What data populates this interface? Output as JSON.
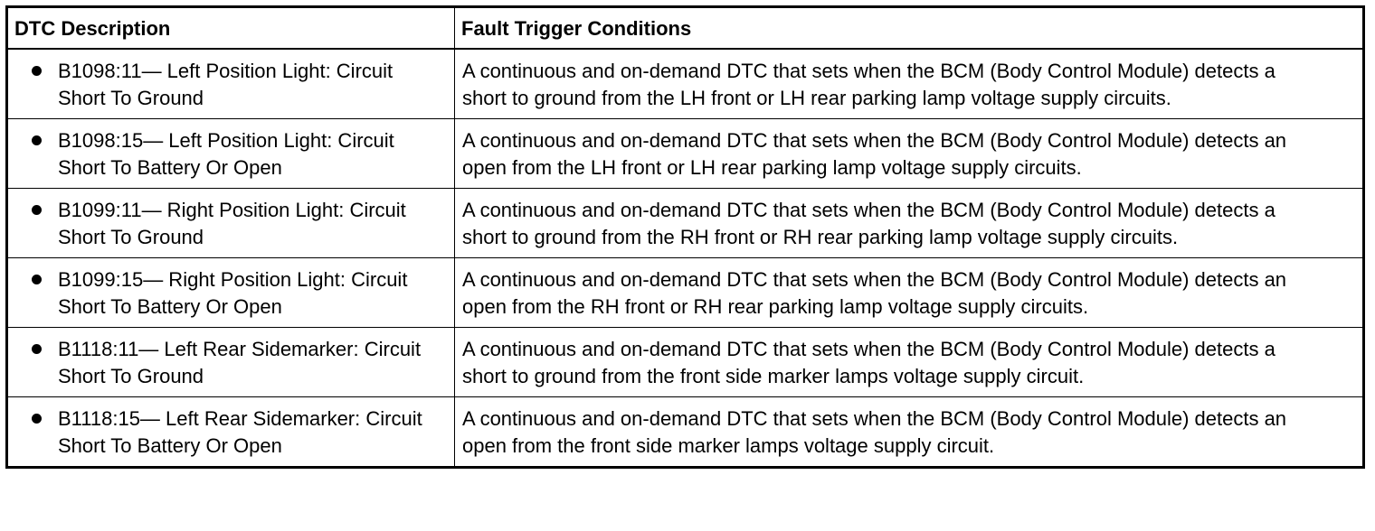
{
  "table": {
    "headers": {
      "description": "DTC Description",
      "conditions": "Fault Trigger Conditions"
    },
    "rows": [
      {
        "description": "B1098:11— Left Position Light: Circuit Short To Ground",
        "conditions": "A continuous and on-demand DTC that sets when the BCM (Body Control Module) detects a short to ground from the LH front or LH rear parking lamp voltage supply circuits."
      },
      {
        "description": "B1098:15— Left Position Light: Circuit Short To Battery Or Open",
        "conditions": "A continuous and on-demand DTC that sets when the BCM (Body Control Module) detects an open from the LH front or LH rear parking lamp voltage supply circuits."
      },
      {
        "description": "B1099:11— Right Position Light: Circuit Short To Ground",
        "conditions": "A continuous and on-demand DTC that sets when the BCM (Body Control Module) detects a short to ground from the RH front or RH rear parking lamp voltage supply circuits."
      },
      {
        "description": "B1099:15— Right Position Light: Circuit Short To Battery Or Open",
        "conditions": "A continuous and on-demand DTC that sets when the BCM (Body Control Module) detects an open from the RH front or RH rear parking lamp voltage supply circuits."
      },
      {
        "description": "B1118:11— Left Rear Sidemarker: Circuit Short To Ground",
        "conditions": "A continuous and on-demand DTC that sets when the BCM (Body Control Module) detects a short to ground from the front side marker lamps voltage supply circuit."
      },
      {
        "description": "B1118:15— Left Rear Sidemarker: Circuit Short To Battery Or Open",
        "conditions": "A continuous and on-demand DTC that sets when the BCM (Body Control Module) detects an open from the front side marker lamps voltage supply circuit."
      }
    ]
  }
}
